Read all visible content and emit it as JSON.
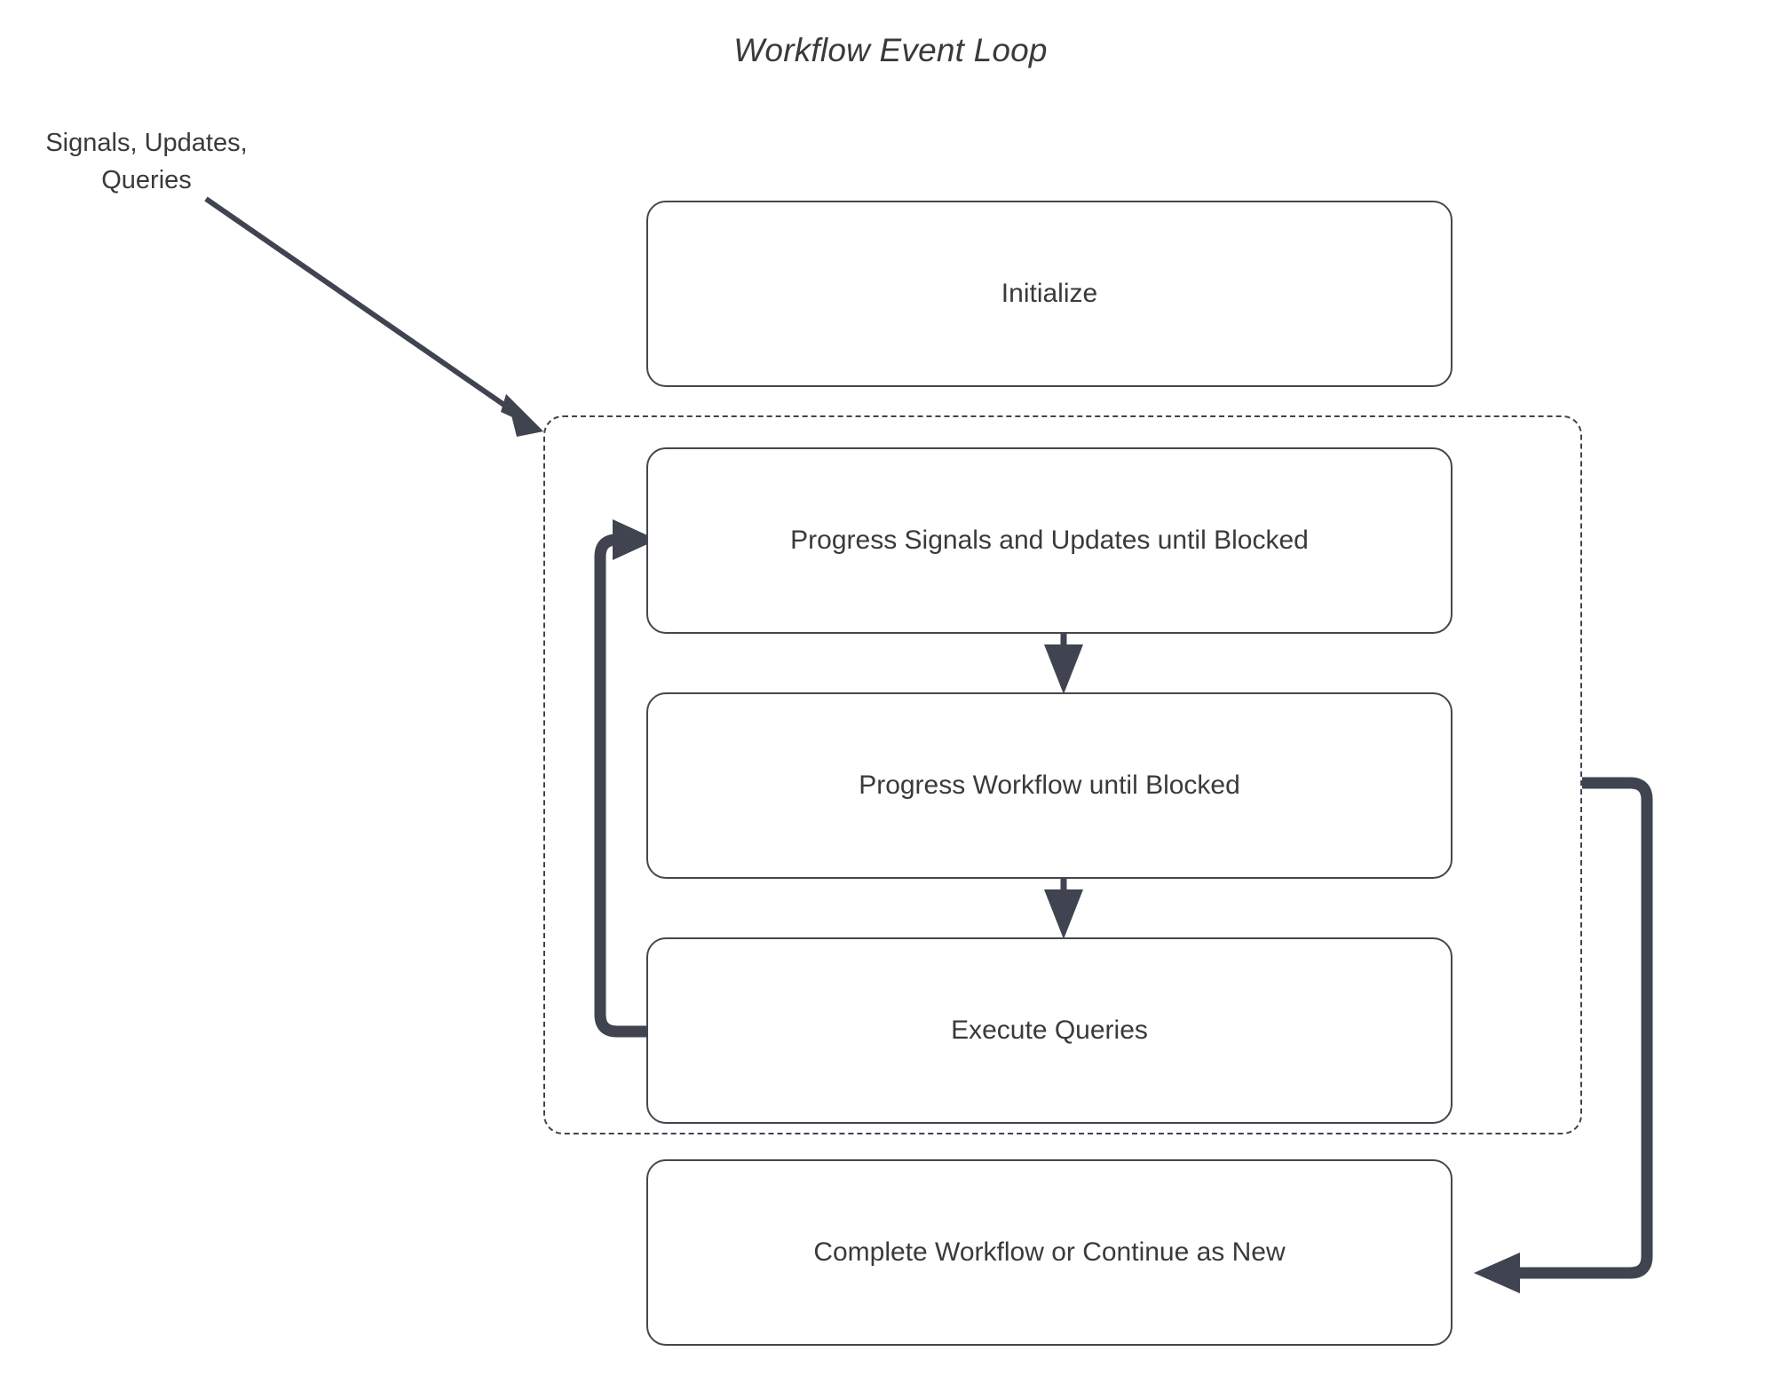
{
  "diagram": {
    "title": "Workflow Event Loop",
    "external_label": "Signals, Updates,\nQueries",
    "colors": {
      "node_border": "#44474d",
      "node_fill": "#ffffff",
      "text": "#3a3a3a",
      "connector": "#3f4450",
      "group_border": "#3f4450",
      "background": "#ffffff"
    },
    "group": {
      "name": "event-loop-group",
      "style": "dashed"
    },
    "nodes": [
      {
        "id": "initialize",
        "label": "Initialize"
      },
      {
        "id": "progress-signals",
        "label": "Progress Signals and Updates until Blocked"
      },
      {
        "id": "progress-workflow",
        "label": "Progress Workflow until Blocked"
      },
      {
        "id": "execute-queries",
        "label": "Execute Queries"
      },
      {
        "id": "complete-workflow",
        "label": "Complete Workflow or Continue as New"
      }
    ],
    "edges": [
      {
        "id": "external-to-loop",
        "from": "Signals, Updates, Queries",
        "to": "event-loop-group",
        "style": "thin-diagonal-arrow"
      },
      {
        "id": "signals-to-workflow",
        "from": "Progress Signals and Updates until Blocked",
        "to": "Progress Workflow until Blocked",
        "style": "down-arrow"
      },
      {
        "id": "workflow-to-queries",
        "from": "Progress Workflow until Blocked",
        "to": "Execute Queries",
        "style": "down-arrow"
      },
      {
        "id": "queries-loopback",
        "from": "Execute Queries",
        "to": "Progress Signals and Updates until Blocked",
        "style": "thick-loop-left"
      },
      {
        "id": "loop-to-complete",
        "from": "event-loop-group",
        "to": "Complete Workflow or Continue as New",
        "style": "thick-loop-right"
      }
    ]
  }
}
